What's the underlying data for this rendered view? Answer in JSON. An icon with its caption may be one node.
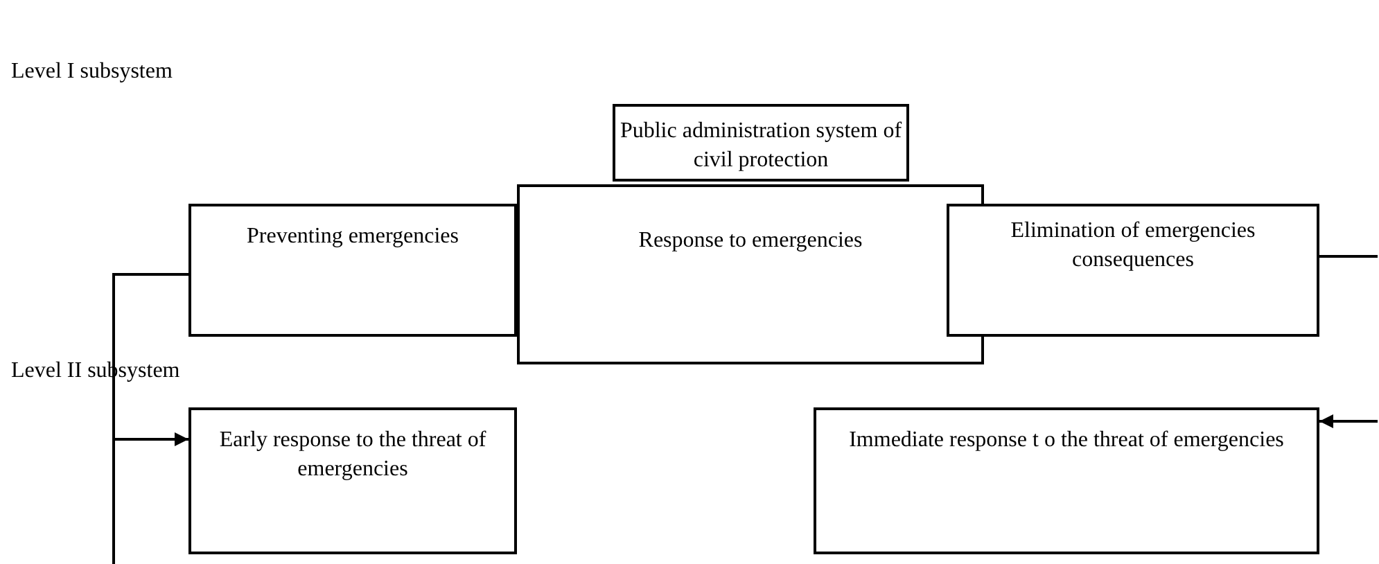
{
  "diagram": {
    "nodes": [
      {
        "text": [
          "Public administration system of civil protection"
        ]
      },
      {
        "text": [
          "Preventing emergencies"
        ]
      },
      {
        "text": [
          "Response to emergencies"
        ]
      },
      {
        "text": [
          "Elimination of emergencies consequences"
        ]
      },
      {
        "text": [
          "Early response to the threat of emergencies"
        ]
      },
      {
        "text": [
          "Immediate response t o the threat of emergencies"
        ]
      }
    ],
    "edges": [
      {
        "from": 1,
        "to": 4,
        "arrow": "to"
      },
      {
        "from": 1,
        "to": null,
        "arrow": "none"
      },
      {
        "from": 3,
        "to": null,
        "arrow": "none"
      },
      {
        "from": null,
        "to": 5,
        "arrow": "to"
      }
    ],
    "labels": [
      "Level I subsystem",
      "Level II subsystem"
    ]
  }
}
